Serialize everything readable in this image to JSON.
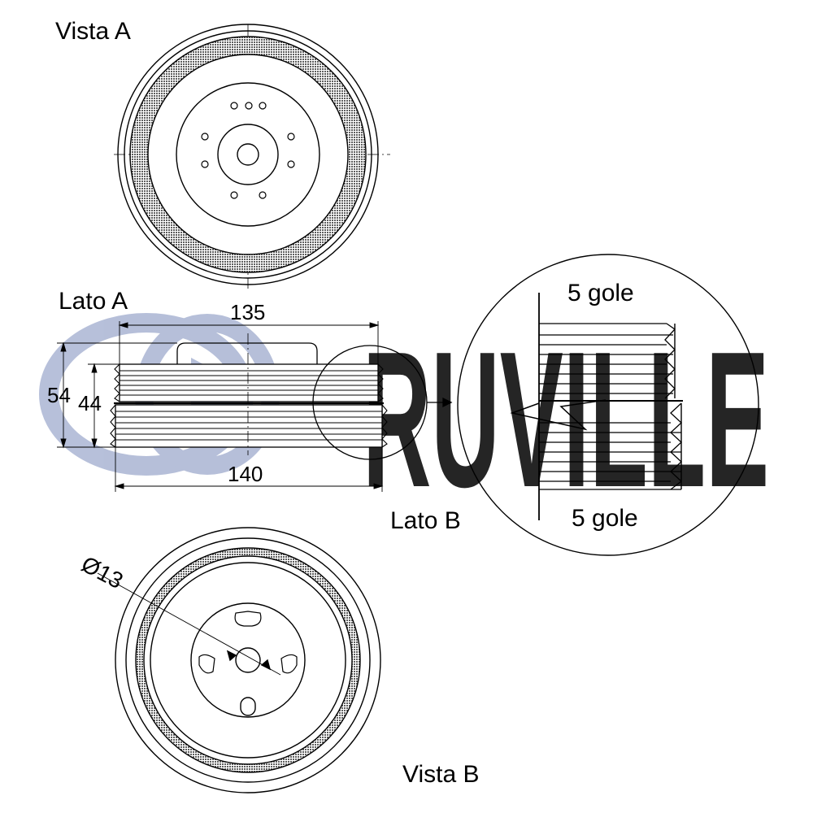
{
  "labels": {
    "vista_a": "Vista A",
    "lato_a": "Lato A",
    "lato_b": "Lato B",
    "vista_b": "Vista B",
    "grooves_top": "5 gole",
    "grooves_bottom": "5 gole"
  },
  "dimensions": {
    "top_width": "135",
    "bottom_width": "140",
    "outer_height": "54",
    "inner_height": "44",
    "hole_diameter": "Ø13"
  },
  "watermark": {
    "text": "RUVILLE",
    "color": "#aab5d3"
  },
  "colors": {
    "line": "#000000",
    "hatch": "#6b6b6b"
  }
}
